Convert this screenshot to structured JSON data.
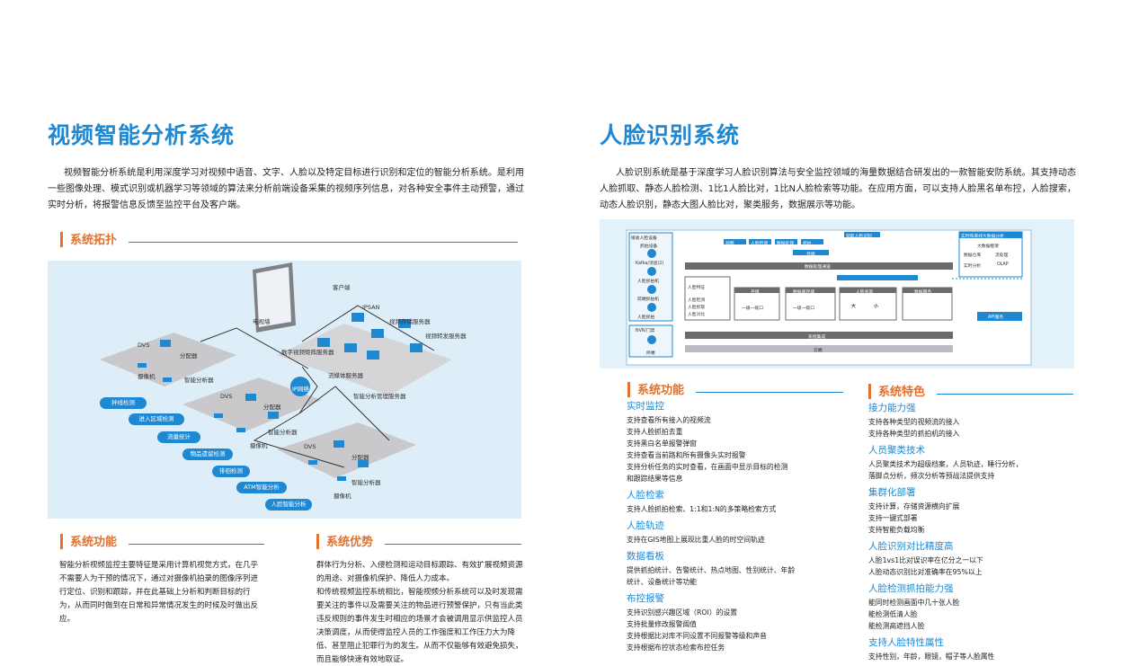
{
  "left": {
    "title": "视频智能分析系统",
    "intro": "视频智能分析系统是利用深度学习对视频中语音、文字、人脸以及特定目标进行识别和定位的智能分析系统。是利用一些图像处理、模式识别或机器学习等领域的算法来分析前端设备采集的视频序列信息，对各种安全事件主动预警，通过实时分析，将报警信息反馈至监控平台及客户端。",
    "topology_heading": "系统拓扑",
    "diagram": {
      "labels": [
        "客户端",
        "IPSAN",
        "电视墙",
        "视频存储服务器",
        "视频转发服务器",
        "数字视频矩阵服务器",
        "流媒体服务器",
        "智能分析管理服务器",
        "IP网络",
        "DVS",
        "分配器",
        "摄像机",
        "智能分析器",
        "DVS",
        "分配器",
        "摄像机",
        "智能分析器",
        "DVS",
        "分配器",
        "摄像机",
        "智能分析器"
      ],
      "pills": [
        "拌线检测",
        "进入区域检测",
        "流量统计",
        "物品遗留检测",
        "徘徊检测",
        "ATM智能分析",
        "人脸智能分析"
      ]
    },
    "function_heading": "系统功能",
    "function_text": "智能分析视频监控主要特征是采用计算机视觉方式，在几乎不需要人为干预的情况下，通过对摄像机拍录的图像序列进行定位、识别和跟踪，并在此基础上分析和判断目标的行为，从而同时做到在日常和异常情况发生的时候及时做出反应。",
    "advantage_heading": "系统优势",
    "advantage_text_1": "群体行为分析、入侵检测和运动目标跟踪、有效扩展视频资源的用途、对摄像机保护、降低人力成本。",
    "advantage_text_2": "和传统视频监控系统相比，智能视频分析系统可以及时发现需要关注的事件以及需要关注的物品进行预警保护，只有当此类违反规则的事件发生时相应的场景才会被调用显示供监控人员决策调度，从而使得监控人员的工作强度和工作压力大为降低、甚至阻止犯罪行为的发生。从而不仅能够有效避免损失，而且能够快速有效地取证。"
  },
  "right": {
    "title": "人脸识别系统",
    "intro": "人脸识别系统是基于深度学习人脸识别算法与安全监控领域的海量数据结合研发出的一款智能安防系统。其支持动态人脸抓取、静态人脸检测、1比1人脸比对，1比N人脸检索等功能。在应用方面，可以支持人脸黑名单布控，人脸搜索，动态人脸识别，静态大图人脸比对，聚类服务，数据展示等功能。",
    "function_heading": "系统功能",
    "functions": [
      {
        "title": "实时监控",
        "items": [
          "支持查看所有接入的视频流",
          "支持人脸抓拍去重",
          "支持黑白名单报警弹窗",
          "支持查看当前路和所有摄像头实时报警",
          "支持分析任务的实时查看，在画面中显示目标的检测",
          "和跟踪结果等信息"
        ]
      },
      {
        "title": "人脸检索",
        "items": [
          "支持人脸抓拍检索、1:1和1:N的多策略检索方式"
        ]
      },
      {
        "title": "人脸轨迹",
        "items": [
          "支持在GIS地图上展现比重人脸的时空间轨迹"
        ]
      },
      {
        "title": "数据看板",
        "items": [
          "提供抓拍统计、告警统计、热点地图、性别统计、年龄",
          "统计、设备统计等功能"
        ]
      },
      {
        "title": "布控报警",
        "items": [
          "支持识别感兴趣区域（ROI）的设置",
          "支持批量修改报警阈值",
          "支持根据比对库不同设置不同报警等级和声音",
          "支持根据布控状态检索布控任务"
        ]
      }
    ],
    "feature_heading": "系统特色",
    "features": [
      {
        "title": "接力能力强",
        "items": [
          "支持各种类型的视频流的接入",
          "支持各种类型的抓拍机的接入"
        ]
      },
      {
        "title": "人员聚类技术",
        "items": [
          "人员聚类技术为超级档案，人员轨迹，睡行分析，",
          "落脚点分析，频次分析等预战法提供支持"
        ]
      },
      {
        "title": "集群化部署",
        "items": [
          "支持计算，存储资源横向扩展",
          "支持一键式部署",
          "支持智能负载均衡"
        ]
      },
      {
        "title": "人脸识别对比精度高",
        "items": [
          "人脸1vs1比对误识率在亿分之一以下",
          "人脸动态识别比对准确率在95%以上"
        ]
      },
      {
        "title": "人脸检测抓拍能力强",
        "items": [
          "能同时检测画面中几十张人脸",
          "能检测低清人脸",
          "能检测高遮挡人脸"
        ]
      },
      {
        "title": "支持人脸特性属性",
        "items": [
          "支持性别，年龄，眼镜，帽子等人脸属性"
        ]
      }
    ],
    "arch": {
      "labels": [
        "接收人脸设备",
        "抓拍设备",
        "Kafka/消息(2)",
        "人脸抓拍机",
        "前端抓拍机",
        "人脸抓拍",
        "NVR/门禁",
        "人脸特征",
        "视频",
        "人脸检测",
        "数据处理",
        "抓拍",
        "存储",
        "获取人脸识别",
        "数据处理通道",
        "人脸检测",
        "人脸抓取",
        "人脸对比",
        "存储",
        "数据库存储",
        "人脸查询",
        "一级一级口",
        "一级一级口",
        "大",
        "小",
        "数据服务",
        "实时和离线大数据分析",
        "大数据框架",
        "数据仓库",
        "流处理",
        "实时分析",
        "OLAP",
        "API服务",
        "系统集成",
        "云端",
        "终端"
      ]
    }
  },
  "colors": {
    "accent_blue": "#1e88d2",
    "accent_orange": "#e2722d",
    "panel_bg": "#ddeef9"
  }
}
